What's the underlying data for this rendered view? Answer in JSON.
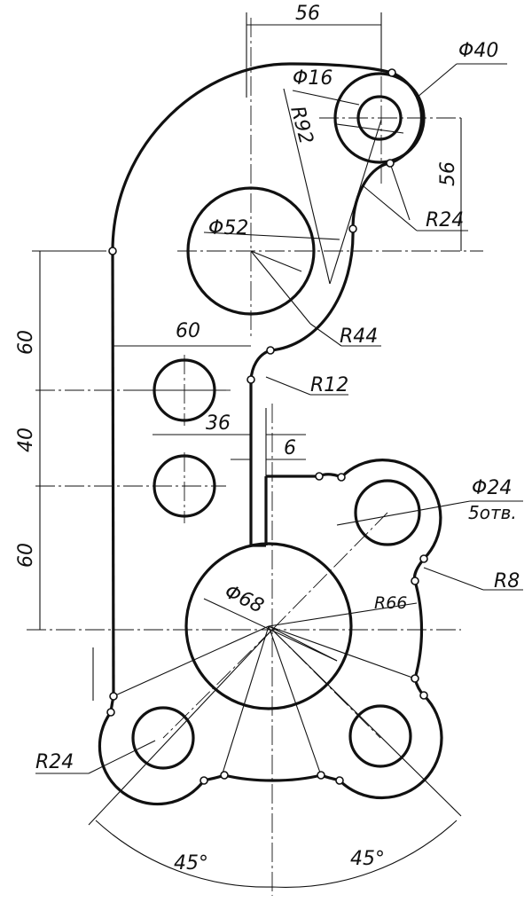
{
  "dimensions": {
    "d56_top": "56",
    "phi40": "Φ40",
    "phi16": "Φ16",
    "r92": "R92",
    "d56_side": "56",
    "r24_top": "R24",
    "phi52": "Φ52",
    "d60_left": "60",
    "d60_horizontal": "60",
    "r44": "R44",
    "r12": "R12",
    "d40_left": "40",
    "d36": "36",
    "d6": "6",
    "phi24": "Φ24",
    "holes_5": "5отв.",
    "d60_left_low": "60",
    "r8": "R8",
    "r66": "R66",
    "phi68": "Φ68",
    "r24_bottom": "R24",
    "angle_left": "45°",
    "angle_right": "45°"
  }
}
